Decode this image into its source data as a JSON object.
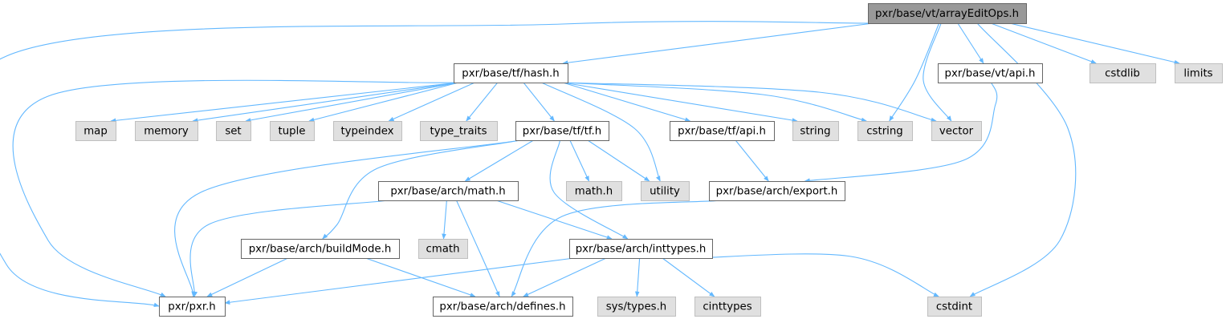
{
  "colors": {
    "root_fill": "#999999",
    "header_fill": "#ffffff",
    "system_fill": "#e0e0e0",
    "border_dark": "#666666",
    "border_light": "#bfbfbf",
    "edge": "#63b8ff"
  },
  "nodes": [
    {
      "id": "arrayEditOps",
      "label": "pxr/base/vt/arrayEditOps.h",
      "kind": "root"
    },
    {
      "id": "tf_hash",
      "label": "pxr/base/tf/hash.h",
      "kind": "header"
    },
    {
      "id": "vt_api",
      "label": "pxr/base/vt/api.h",
      "kind": "header"
    },
    {
      "id": "cstdlib",
      "label": "cstdlib",
      "kind": "system"
    },
    {
      "id": "limits",
      "label": "limits",
      "kind": "system"
    },
    {
      "id": "map",
      "label": "map",
      "kind": "system"
    },
    {
      "id": "memory",
      "label": "memory",
      "kind": "system"
    },
    {
      "id": "set",
      "label": "set",
      "kind": "system"
    },
    {
      "id": "tuple",
      "label": "tuple",
      "kind": "system"
    },
    {
      "id": "typeindex",
      "label": "typeindex",
      "kind": "system"
    },
    {
      "id": "type_traits",
      "label": "type_traits",
      "kind": "system"
    },
    {
      "id": "tf_tf",
      "label": "pxr/base/tf/tf.h",
      "kind": "header"
    },
    {
      "id": "tf_api",
      "label": "pxr/base/tf/api.h",
      "kind": "header"
    },
    {
      "id": "string",
      "label": "string",
      "kind": "system"
    },
    {
      "id": "cstring",
      "label": "cstring",
      "kind": "system"
    },
    {
      "id": "vector",
      "label": "vector",
      "kind": "system"
    },
    {
      "id": "arch_math",
      "label": "pxr/base/arch/math.h",
      "kind": "header"
    },
    {
      "id": "math_h",
      "label": "math.h",
      "kind": "system"
    },
    {
      "id": "utility",
      "label": "utility",
      "kind": "system"
    },
    {
      "id": "arch_export",
      "label": "pxr/base/arch/export.h",
      "kind": "header"
    },
    {
      "id": "arch_buildMode",
      "label": "pxr/base/arch/buildMode.h",
      "kind": "header"
    },
    {
      "id": "cmath",
      "label": "cmath",
      "kind": "system"
    },
    {
      "id": "arch_inttypes",
      "label": "pxr/base/arch/inttypes.h",
      "kind": "header"
    },
    {
      "id": "pxr_h",
      "label": "pxr/pxr.h",
      "kind": "header"
    },
    {
      "id": "arch_defines",
      "label": "pxr/base/arch/defines.h",
      "kind": "header"
    },
    {
      "id": "sys_types",
      "label": "sys/types.h",
      "kind": "system"
    },
    {
      "id": "cinttypes",
      "label": "cinttypes",
      "kind": "system"
    },
    {
      "id": "cstdint",
      "label": "cstdint",
      "kind": "system"
    }
  ],
  "edges": [
    {
      "from": "arrayEditOps",
      "to": "tf_hash"
    },
    {
      "from": "arrayEditOps",
      "to": "vt_api"
    },
    {
      "from": "arrayEditOps",
      "to": "cstdlib"
    },
    {
      "from": "arrayEditOps",
      "to": "limits"
    },
    {
      "from": "arrayEditOps",
      "to": "cstring"
    },
    {
      "from": "arrayEditOps",
      "to": "vector"
    },
    {
      "from": "arrayEditOps",
      "to": "pxr_h"
    },
    {
      "from": "arrayEditOps",
      "to": "cstdint"
    },
    {
      "from": "tf_hash",
      "to": "map"
    },
    {
      "from": "tf_hash",
      "to": "memory"
    },
    {
      "from": "tf_hash",
      "to": "set"
    },
    {
      "from": "tf_hash",
      "to": "tuple"
    },
    {
      "from": "tf_hash",
      "to": "typeindex"
    },
    {
      "from": "tf_hash",
      "to": "type_traits"
    },
    {
      "from": "tf_hash",
      "to": "tf_tf"
    },
    {
      "from": "tf_hash",
      "to": "tf_api"
    },
    {
      "from": "tf_hash",
      "to": "string"
    },
    {
      "from": "tf_hash",
      "to": "cstring"
    },
    {
      "from": "tf_hash",
      "to": "vector"
    },
    {
      "from": "tf_hash",
      "to": "utility"
    },
    {
      "from": "tf_hash",
      "to": "pxr_h"
    },
    {
      "from": "vt_api",
      "to": "arch_export"
    },
    {
      "from": "tf_api",
      "to": "arch_export"
    },
    {
      "from": "tf_tf",
      "to": "arch_math"
    },
    {
      "from": "tf_tf",
      "to": "math_h"
    },
    {
      "from": "tf_tf",
      "to": "utility"
    },
    {
      "from": "tf_tf",
      "to": "arch_buildMode"
    },
    {
      "from": "tf_tf",
      "to": "arch_inttypes"
    },
    {
      "from": "tf_tf",
      "to": "pxr_h"
    },
    {
      "from": "arch_math",
      "to": "cmath"
    },
    {
      "from": "arch_math",
      "to": "arch_inttypes"
    },
    {
      "from": "arch_math",
      "to": "arch_defines"
    },
    {
      "from": "arch_math",
      "to": "pxr_h"
    },
    {
      "from": "arch_export",
      "to": "arch_defines"
    },
    {
      "from": "arch_buildMode",
      "to": "pxr_h"
    },
    {
      "from": "arch_buildMode",
      "to": "arch_defines"
    },
    {
      "from": "arch_inttypes",
      "to": "pxr_h"
    },
    {
      "from": "arch_inttypes",
      "to": "arch_defines"
    },
    {
      "from": "arch_inttypes",
      "to": "sys_types"
    },
    {
      "from": "arch_inttypes",
      "to": "cinttypes"
    },
    {
      "from": "arch_inttypes",
      "to": "cstdint"
    }
  ]
}
